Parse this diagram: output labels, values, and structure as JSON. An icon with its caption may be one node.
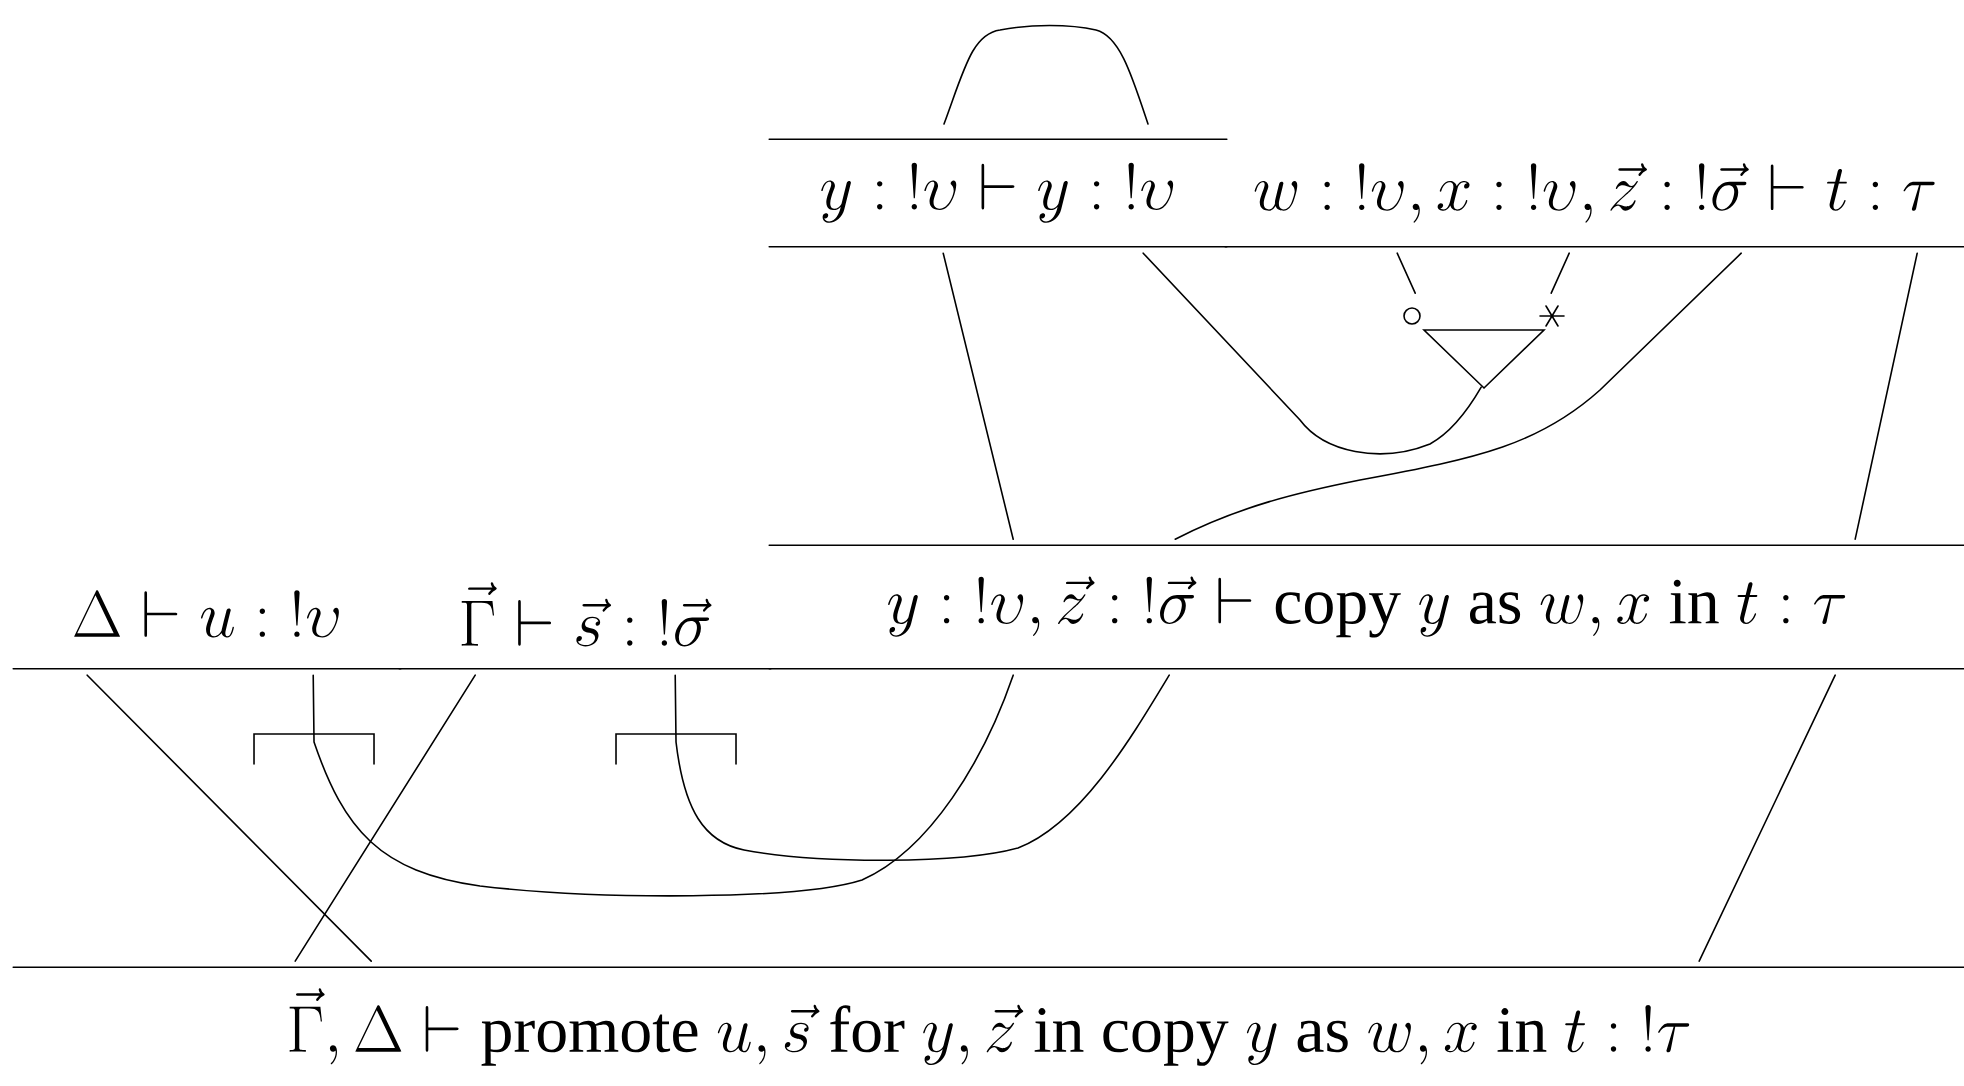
{
  "diagram": {
    "nodes": [
      {
        "text": [
          "y : {!}\\upsilon \\vdash y : {!}\\upsilon"
        ]
      },
      {
        "text": [
          "w : {!}\\upsilon, x : {!}\\upsilon, \\vec{z} : {!}\\vec{\\sigma} \\vdash t : \\tau"
        ]
      },
      {
        "text": [],
        "shape": "triangle"
      },
      {
        "text": [
          "y : {!}\\upsilon, \\vec{z} : {!}\\vec{\\sigma} \\vdash \\mathrm{copy}\\ y\\ \\mathrm{as}\\ w, x\\ \\mathrm{in}\\ t : \\tau"
        ]
      },
      {
        "text": [
          "\\Delta \\vdash u : {!}\\upsilon"
        ]
      },
      {
        "text": [
          "\\vec{\\Gamma} \\vdash \\vec{s} : {!}\\vec{\\sigma}"
        ]
      },
      {
        "text": [
          "\\vec{\\Gamma}, \\Delta \\vdash \\mathrm{promote}\\ u, \\vec{s}\\ \\mathrm{for}\\ y, \\vec{z}\\ \\mathrm{in}\\ \\mathrm{copy}\\ y\\ \\mathrm{as}\\ w, x\\ \\mathrm{in}\\ t : {!}\\tau"
        ]
      }
    ],
    "edges": [
      {
        "from": 0,
        "to": 3,
        "arrow": "none"
      },
      {
        "from": 0,
        "to": 2,
        "arrow": "none"
      },
      {
        "from": 1,
        "to": 2,
        "arrow": "none"
      },
      {
        "from": 1,
        "to": 2,
        "arrow": "none"
      },
      {
        "from": 1,
        "to": 3,
        "arrow": "none"
      },
      {
        "from": 1,
        "to": 3,
        "arrow": "none"
      },
      {
        "from": 4,
        "to": 6,
        "arrow": "none"
      },
      {
        "from": 4,
        "to": 3,
        "arrow": "none"
      },
      {
        "from": 5,
        "to": 6,
        "arrow": "none"
      },
      {
        "from": 5,
        "to": 3,
        "arrow": "none"
      },
      {
        "from": 3,
        "to": 6,
        "arrow": "none"
      }
    ]
  }
}
